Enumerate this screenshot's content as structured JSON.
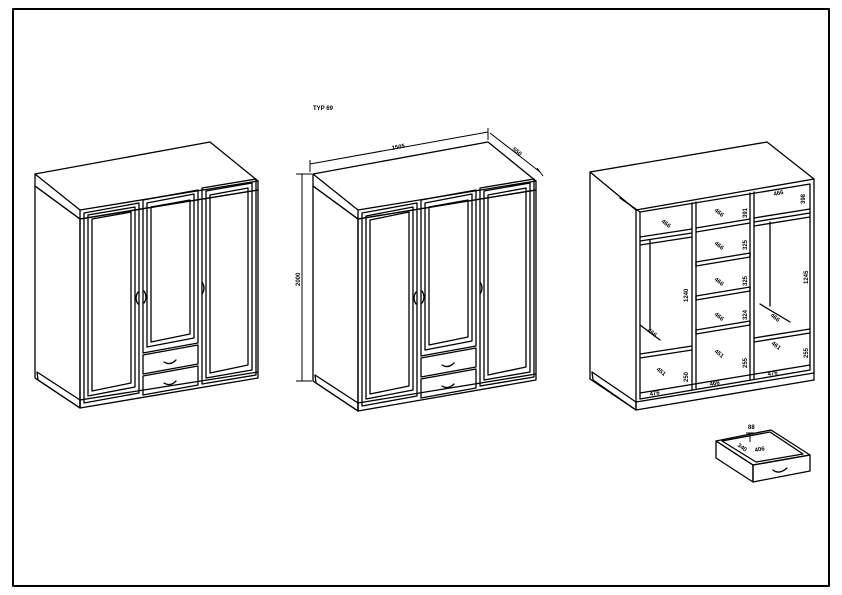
{
  "model_label": "TYP 69",
  "dimensions": {
    "width": "1505",
    "depth": "550",
    "height": "2000"
  },
  "interior_labels": {
    "top_left_depth": "466",
    "top_mid_depth": "466",
    "top_mid_height": "391",
    "top_right_depth": "466",
    "top_right_height": "398",
    "mid_shelf_1": "466",
    "mid_shelf_1_height": "325",
    "mid_shelf_2": "466",
    "mid_shelf_2_height": "325",
    "mid_shelf_3": "466",
    "mid_shelf_3_height": "324",
    "left_rod_height": "1240",
    "right_rod_height": "1245",
    "left_shelf": "466",
    "right_shelf": "466",
    "right_shelf_height": "255",
    "left_bottom_height": "250",
    "mid_bottom_height": "255",
    "right_bottom_height": "250",
    "left_bottom_width": "476",
    "mid_bottom_width": "466",
    "right_bottom_width": "476",
    "left_bottom_depth": "451",
    "mid_bottom_depth": "451",
    "right_bottom_depth": "461"
  },
  "drawer_labels": {
    "height": "88",
    "width": "406",
    "depth": "340"
  }
}
